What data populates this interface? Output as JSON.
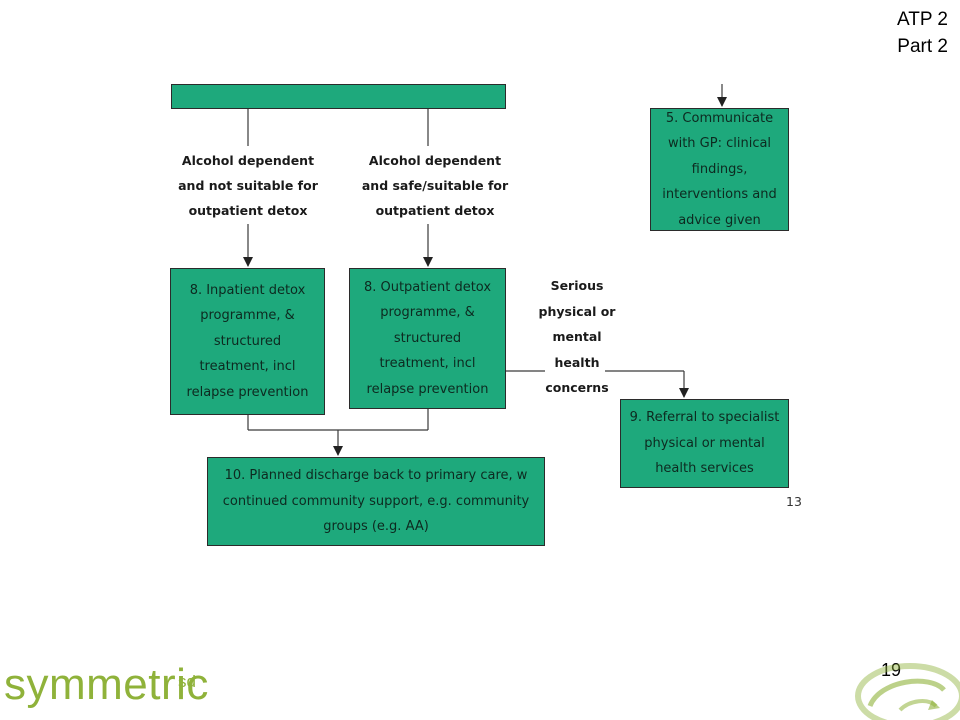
{
  "slide": {
    "corner_line1": "ATP 2",
    "corner_line2": "Part 2",
    "page_number": "19",
    "figure_ref": "13",
    "logo_text": "symmetric",
    "logo_sup": "sd"
  },
  "boxes": {
    "communicate": "5. Communicate with GP: clinical findings, interventions and advice given",
    "inpatient": "8. Inpatient detox programme, & structured treatment, incl relapse prevention",
    "outpatient": "8. Outpatient detox programme, & structured treatment, incl relapse prevention",
    "referral": "9. Referral to specialist physical or mental health services",
    "discharge": "10. Planned discharge back to primary care, w continued community support, e.g. community groups (e.g. AA)"
  },
  "labels": {
    "not_suitable": "Alcohol dependent and not suitable for outpatient detox",
    "suitable": "Alcohol dependent and safe/suitable for outpatient detox",
    "serious": "Serious physical or mental health concerns"
  },
  "colors": {
    "box_fill": "#1ea97c",
    "logo_green": "#8fb23a"
  }
}
